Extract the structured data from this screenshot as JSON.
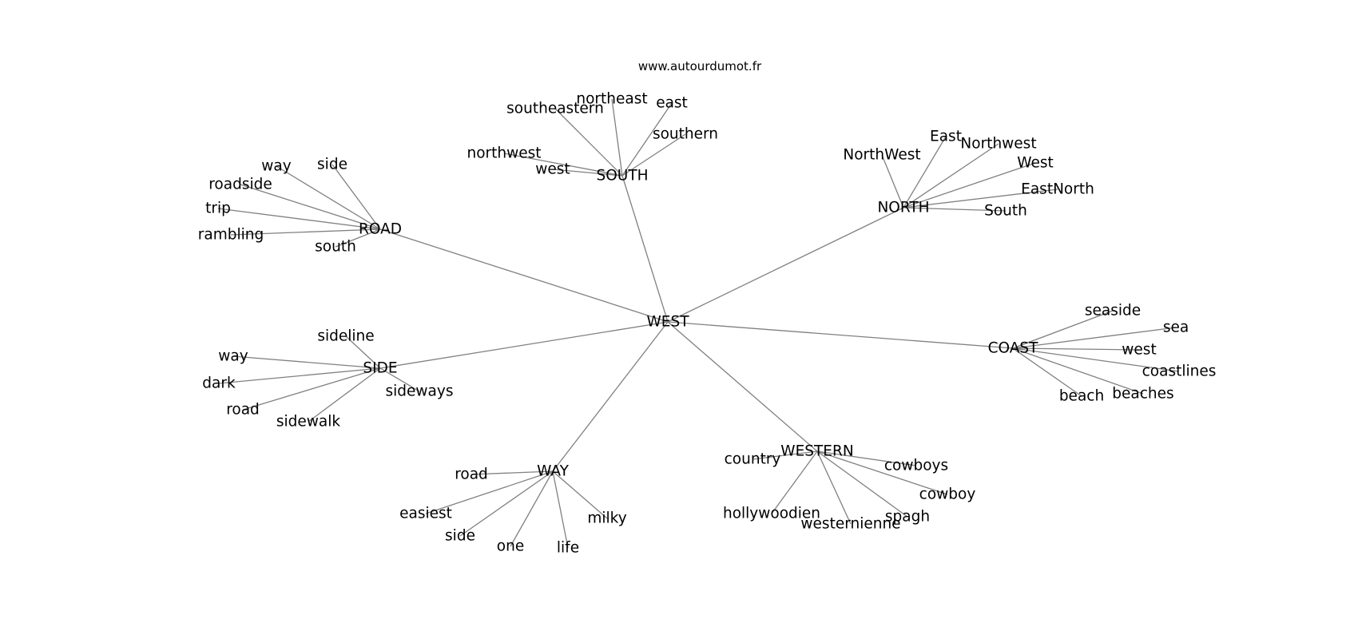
{
  "source": "www.autourdumot.fr",
  "colors": {
    "edge": "#808080",
    "text": "#000000",
    "background": "#ffffff"
  },
  "graph": {
    "center": "WEST",
    "clusters": [
      {
        "hub": "SOUTH",
        "words": [
          "southeastern",
          "northeast",
          "east",
          "southern",
          "northwest",
          "west"
        ]
      },
      {
        "hub": "NORTH",
        "words": [
          "NorthWest",
          "East",
          "Northwest",
          "West",
          "EastNorth",
          "South"
        ]
      },
      {
        "hub": "ROAD",
        "words": [
          "way",
          "side",
          "roadside",
          "trip",
          "rambling",
          "south"
        ]
      },
      {
        "hub": "SIDE",
        "words": [
          "sideline",
          "way",
          "dark",
          "road",
          "sidewalk",
          "sideways"
        ]
      },
      {
        "hub": "COAST",
        "words": [
          "seaside",
          "sea",
          "west",
          "coastlines",
          "beaches",
          "beach"
        ]
      },
      {
        "hub": "WAY",
        "words": [
          "road",
          "easiest",
          "side",
          "one",
          "life",
          "milky"
        ]
      },
      {
        "hub": "WESTERN",
        "words": [
          "country",
          "cowboys",
          "cowboy",
          "spagh",
          "westernienne",
          "hollywoodien"
        ]
      }
    ]
  }
}
